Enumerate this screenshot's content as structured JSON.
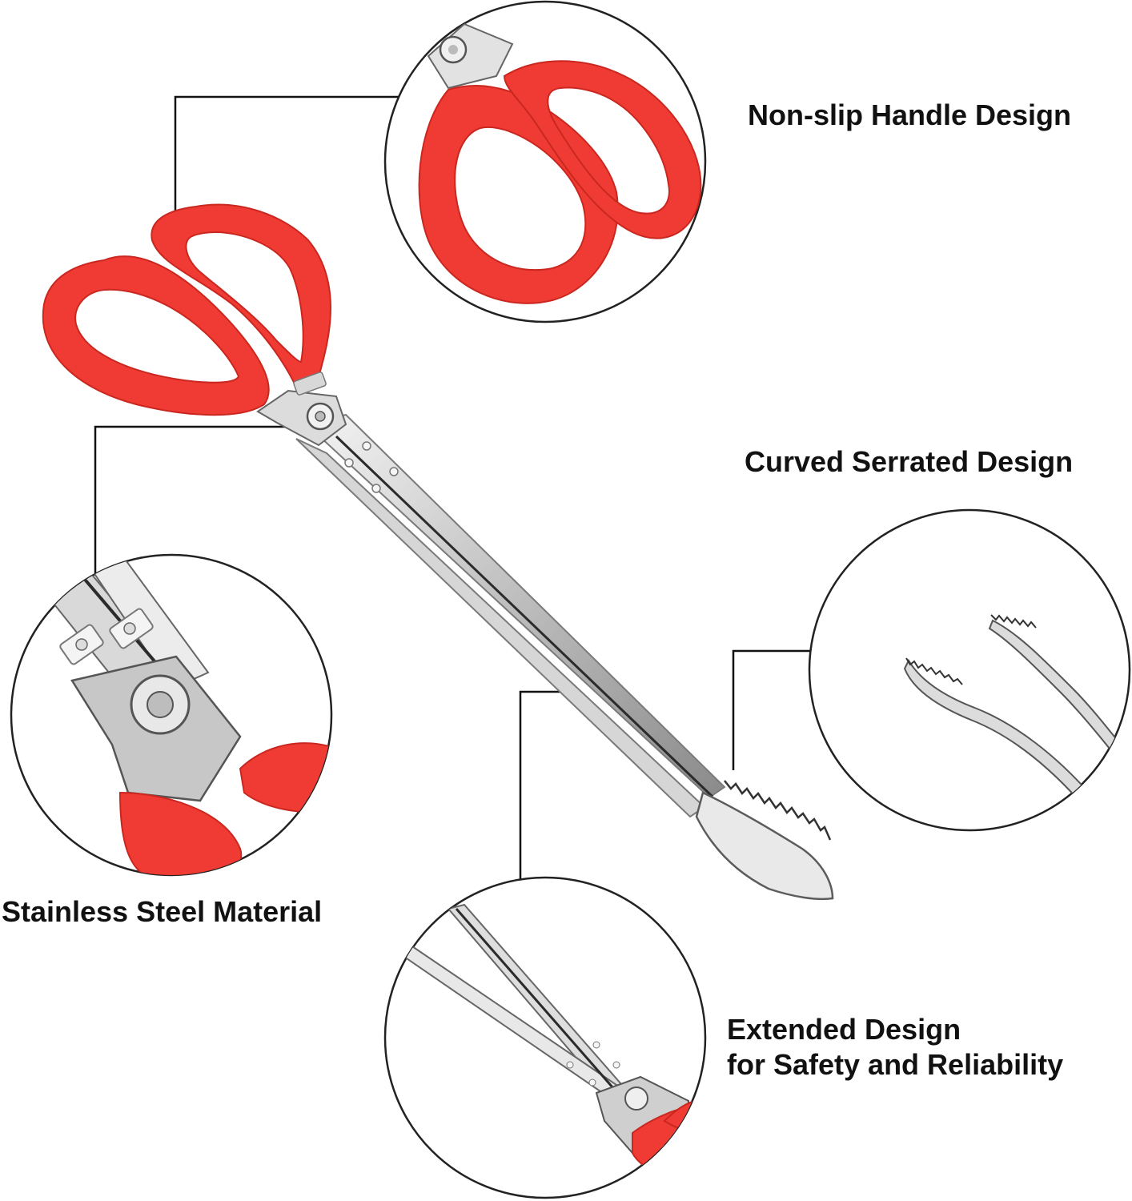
{
  "colors": {
    "background": "#ffffff",
    "handle_red": "#ef3b33",
    "handle_red_dark": "#c9271f",
    "steel_light": "#eeeeee",
    "steel_mid": "#c4c4c4",
    "steel_dark": "#6f6f6f",
    "callout_line": "#111111",
    "circle_border": "#222222",
    "label_text": "#111111"
  },
  "features": {
    "handle": {
      "label": "Non-slip Handle Design",
      "icon": "scissor-handle-closeup"
    },
    "serrated": {
      "label": "Curved Serrated Design",
      "icon": "serrated-tip-closeup"
    },
    "steel": {
      "label": "Stainless Steel Material",
      "icon": "hinge-closeup"
    },
    "extended": {
      "label_line1": "Extended Design",
      "label_line2": "for Safety and Reliability",
      "icon": "long-arm-closeup"
    }
  },
  "product": {
    "icon": "scissor-tongs"
  }
}
